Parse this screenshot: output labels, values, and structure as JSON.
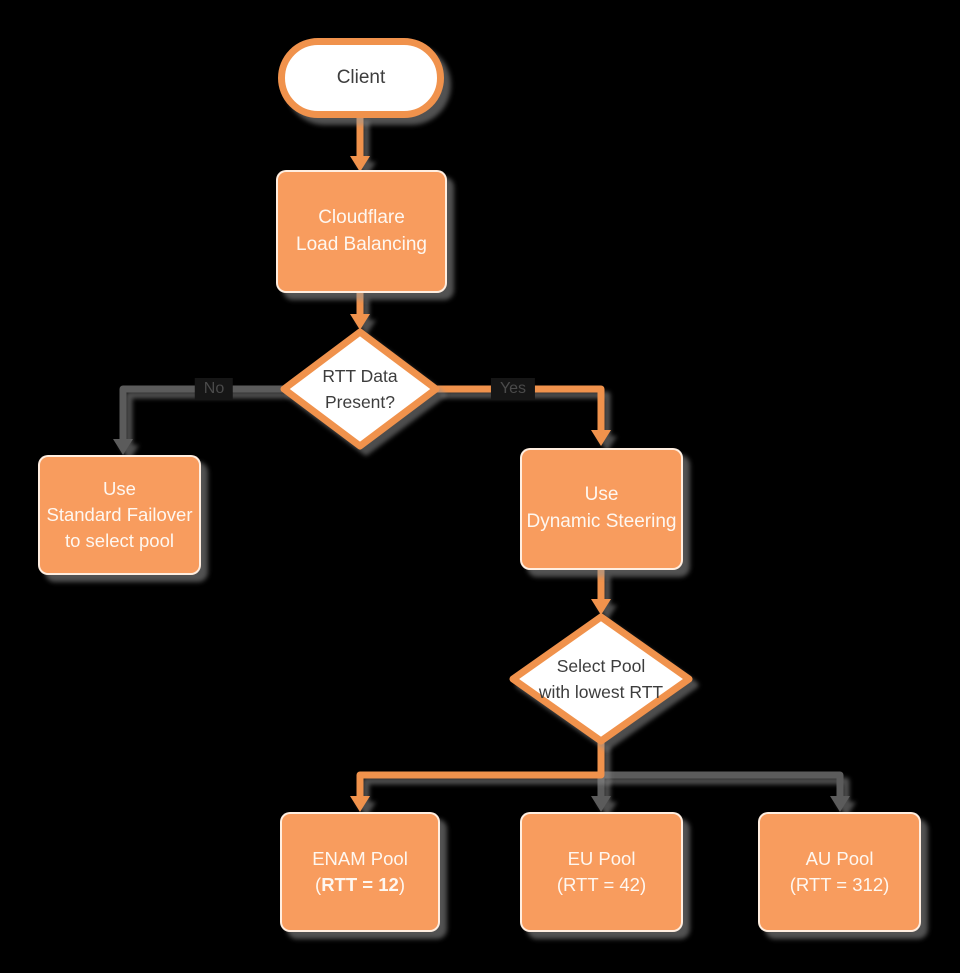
{
  "colors": {
    "background": "#000000",
    "node_fill": "#F89C5E",
    "node_text": "#FEF7F0",
    "outline_orange": "#F0924C",
    "white_fill": "#FFFFFF",
    "dark_text": "#3D3D3D",
    "gray_edge": "#5B5B5B",
    "edge_label_text": "#4A4A4A"
  },
  "nodes": {
    "client": {
      "label": "Client"
    },
    "load_balancing": {
      "line1": "Cloudflare",
      "line2": "Load Balancing"
    },
    "rtt_decision": {
      "line1": "RTT Data",
      "line2": "Present?"
    },
    "standard_failover": {
      "line1": "Use",
      "line2": "Standard Failover",
      "line3": "to select pool"
    },
    "dynamic_steering": {
      "line1": "Use",
      "line2": "Dynamic Steering"
    },
    "select_pool": {
      "line1": "Select Pool",
      "line2": "with lowest RTT"
    },
    "enam_pool": {
      "line1": "ENAM Pool",
      "line2_open": "(",
      "line2_bold": "RTT = 12",
      "line2_close": ")"
    },
    "eu_pool": {
      "line1": "EU Pool",
      "line2": "(RTT = 42)"
    },
    "au_pool": {
      "line1": "AU Pool",
      "line2": "(RTT = 312)"
    }
  },
  "edges": {
    "no_label": "No",
    "yes_label": "Yes"
  }
}
